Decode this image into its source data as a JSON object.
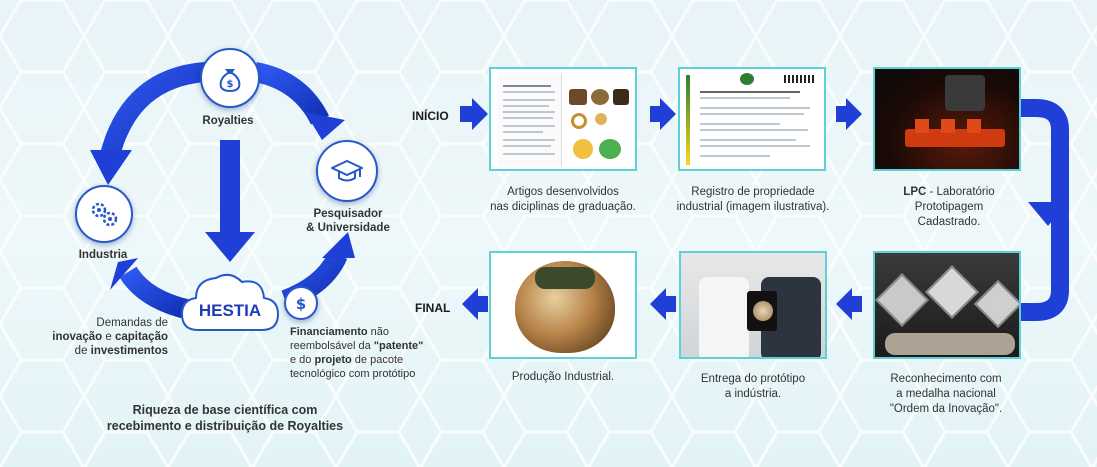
{
  "cycle": {
    "royalties_label": "Royalties",
    "pesquisador_label": "Pesquisador\n& Universidade",
    "industria_label": "Industria",
    "hestia_logo": "HESTIA",
    "demandas": {
      "t1": "Demandas de",
      "t2a": "inovação",
      "t2b": " e ",
      "t2c": "capitação",
      "t3a": "de ",
      "t3b": "investimentos"
    },
    "financiamento": {
      "a": "Financiamento",
      "b": " não",
      "c": "reembolsável da ",
      "d": "\"patente\"",
      "e": "e do ",
      "f": "projeto",
      "g": " de pacote",
      "h": "tecnológico com protótipo"
    },
    "riqueza": "Riqueza de base científica com\nrecebimento e distribuição de Royalties"
  },
  "flow": {
    "inicio": "INÍCIO",
    "final": "FINAL",
    "steps": [
      {
        "text": "Artigos desenvolvidos\nnas diciplinas de graduação."
      },
      {
        "text": "Registro de  propriedade\nindustrial (imagem ilustrativa)."
      },
      {
        "bold": "LPC",
        "text": " - Laboratório\nPrototipagem\nCadastrado."
      },
      {
        "text": "Reconhecimento com\na medalha nacional\n\"Ordem da Inovação\"."
      },
      {
        "text": "Entrega do protótipo\na indústria."
      },
      {
        "text": "Produção Industrial."
      }
    ]
  },
  "colors": {
    "blue": "#1f3fd6",
    "cyan": "#5fd0d6",
    "text": "#333333"
  }
}
